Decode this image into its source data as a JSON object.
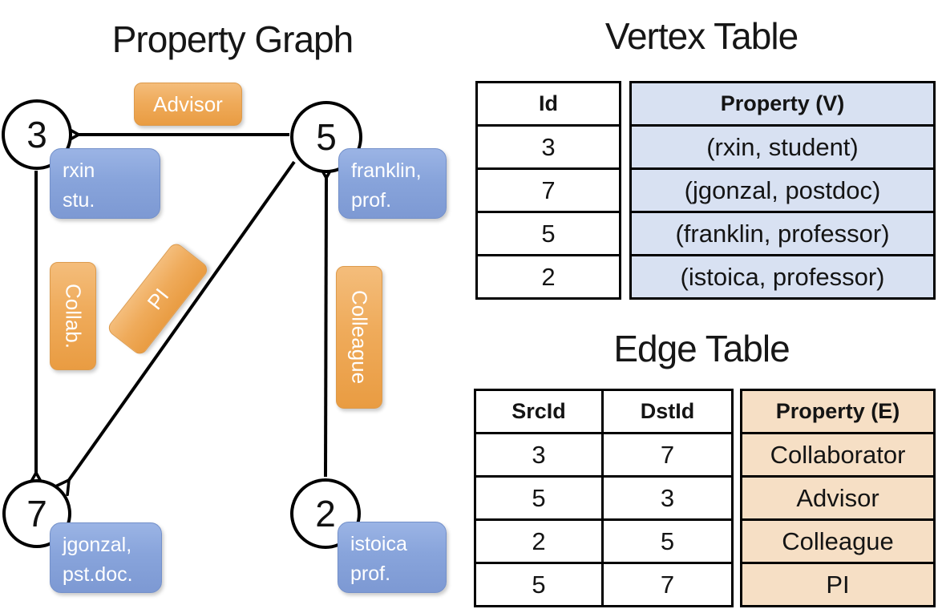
{
  "graph": {
    "title": "Property Graph",
    "nodes": [
      {
        "id": "3",
        "line1": "rxin",
        "line2": "stu."
      },
      {
        "id": "5",
        "line1": "franklin,",
        "line2": "prof."
      },
      {
        "id": "7",
        "line1": "jgonzal,",
        "line2": "pst.doc."
      },
      {
        "id": "2",
        "line1": "istoica",
        "line2": "prof."
      }
    ],
    "edges": [
      {
        "src": "5",
        "dst": "3",
        "label": "Advisor"
      },
      {
        "src": "3",
        "dst": "7",
        "label": "Collab."
      },
      {
        "src": "5",
        "dst": "7",
        "label": "PI"
      },
      {
        "src": "2",
        "dst": "5",
        "label": "Colleague"
      }
    ],
    "colors": {
      "edge_label_bg": "#EFA95B",
      "vertex_label_bg": "#88A4DB",
      "edge_stroke": "#000000"
    }
  },
  "vertex_table": {
    "title": "Vertex Table",
    "headers": {
      "id": "Id",
      "property": "Property (V)"
    },
    "rows": [
      {
        "id": "3",
        "property": "(rxin, student)"
      },
      {
        "id": "7",
        "property": "(jgonzal, postdoc)"
      },
      {
        "id": "5",
        "property": "(franklin, professor)"
      },
      {
        "id": "2",
        "property": "(istoica, professor)"
      }
    ],
    "property_bg": "#D8E1F2"
  },
  "edge_table": {
    "title": "Edge Table",
    "headers": {
      "src": "SrcId",
      "dst": "DstId",
      "property": "Property (E)"
    },
    "rows": [
      {
        "src": "3",
        "dst": "7",
        "property": "Collaborator"
      },
      {
        "src": "5",
        "dst": "3",
        "property": "Advisor"
      },
      {
        "src": "2",
        "dst": "5",
        "property": "Colleague"
      },
      {
        "src": "5",
        "dst": "7",
        "property": "PI"
      }
    ],
    "property_bg": "#F6DFC5"
  }
}
